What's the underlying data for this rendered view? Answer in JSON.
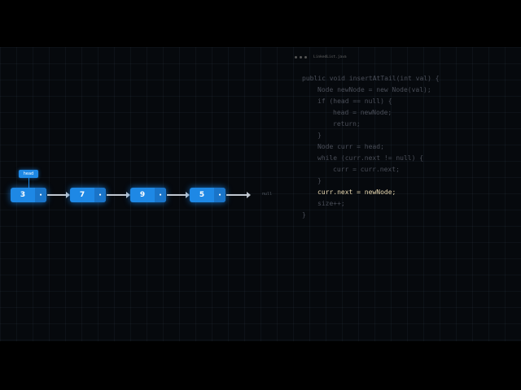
{
  "editor": {
    "filename": "LinkedList.java",
    "highlighted_line": 10,
    "lines": [
      {
        "indent": 0,
        "text": "public void insertAtTail(int val) {"
      },
      {
        "indent": 1,
        "text": "Node newNode = new Node(val);"
      },
      {
        "indent": 1,
        "text": "if (head == null) {"
      },
      {
        "indent": 2,
        "text": "head = newNode;"
      },
      {
        "indent": 2,
        "text": "return;"
      },
      {
        "indent": 1,
        "text": "}"
      },
      {
        "indent": 1,
        "text": "Node curr = head;"
      },
      {
        "indent": 1,
        "text": "while (curr.next != null) {"
      },
      {
        "indent": 2,
        "text": "curr = curr.next;"
      },
      {
        "indent": 1,
        "text": "}"
      },
      {
        "indent": 1,
        "text": "curr.next = newNode;"
      },
      {
        "indent": 1,
        "text": "size++;"
      },
      {
        "indent": 0,
        "text": "}"
      }
    ]
  },
  "list": {
    "head_label": "head",
    "pointer_glyph": "•",
    "null_label": "null",
    "nodes": [
      {
        "value": "3"
      },
      {
        "value": "7"
      },
      {
        "value": "9"
      },
      {
        "value": "5"
      }
    ]
  },
  "colors": {
    "node": "#1e88e5",
    "highlight": "#e8d8b0"
  }
}
